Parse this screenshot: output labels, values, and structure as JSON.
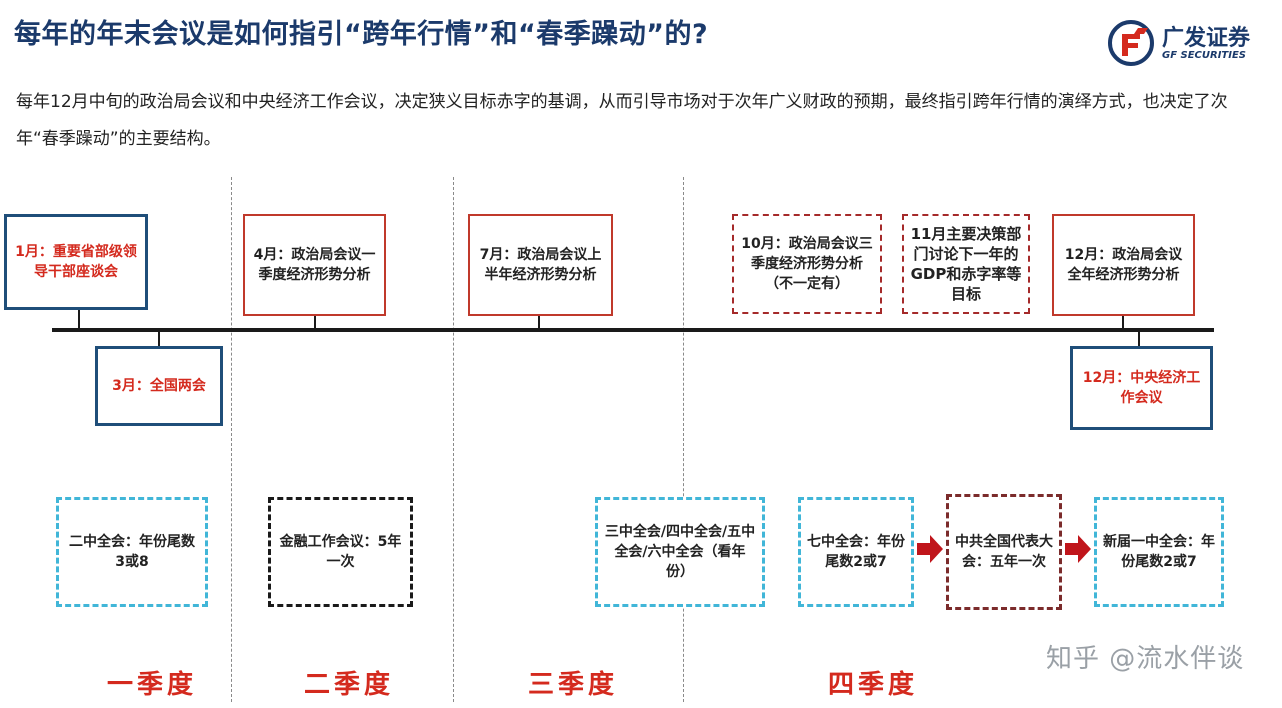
{
  "header": {
    "title": "每年的年末会议是如何指引“跨年行情”和“春季躁动”的?",
    "logo_cn": "广发证券",
    "logo_en": "GF SECURITIES",
    "logo_icon": "gf-logo-icon"
  },
  "description": "每年12月中旬的政治局会议和中央经济工作会议，决定狭义目标赤字的基调，从而引导市场对于次年广义财政的预期，最终指引跨年行情的演绎方式，也决定了次年“春季躁动”的主要结构。",
  "timeline": {
    "above": [
      {
        "label": "1月：重要省部级领导干部座谈会"
      },
      {
        "label": "4月：政治局会议一季度经济形势分析"
      },
      {
        "label": "7月：政治局会议上半年经济形势分析"
      },
      {
        "label": "10月：政治局会议三季度经济形势分析（不一定有）"
      },
      {
        "label": "11月主要决策部门讨论下一年的GDP和赤字率等目标"
      },
      {
        "label": "12月：政治局会议全年经济形势分析"
      }
    ],
    "below": [
      {
        "label": "3月：全国两会"
      },
      {
        "label": "12月：中央经济工作会议"
      }
    ]
  },
  "plenums": [
    {
      "label": "二中全会：年份尾数3或8"
    },
    {
      "label": "金融工作会议：5年一次"
    },
    {
      "label": "三中全会/四中全会/五中全会/六中全会（看年份）"
    },
    {
      "label": "七中全会：年份尾数2或7"
    },
    {
      "label": "中共全国代表大会：五年一次"
    },
    {
      "label": "新届一中全会：年份尾数2或7"
    }
  ],
  "quarters": [
    "一季度",
    "二季度",
    "三季度",
    "四季度"
  ],
  "watermark": "知乎 @流水伴谈",
  "colors": {
    "title": "#1b3a6b",
    "accent_red": "#d42a1e",
    "box_blue": "#1f4e79",
    "box_cyan": "#41b6d8",
    "arrow_red": "#c0151b"
  }
}
